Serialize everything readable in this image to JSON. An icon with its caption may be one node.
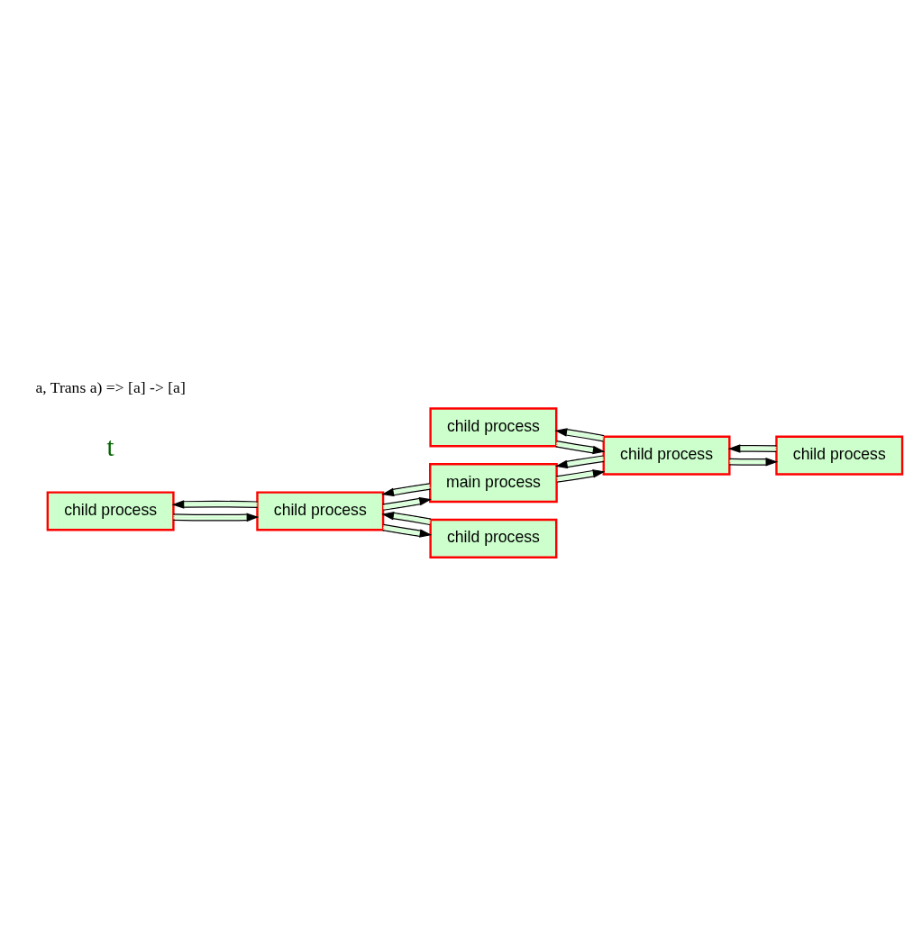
{
  "diagram": {
    "nodes": [
      {
        "text": [
          "main process"
        ]
      },
      {
        "text": [
          "child process"
        ]
      },
      {
        "text": [
          "child process"
        ]
      },
      {
        "text": [
          "child process"
        ]
      },
      {
        "text": [
          "child process"
        ]
      },
      {
        "text": [
          "child process"
        ]
      },
      {
        "text": [
          "child process"
        ]
      }
    ],
    "edges": [
      {
        "from": 0,
        "to": 1,
        "arrow": "to"
      },
      {
        "from": 1,
        "to": 0,
        "arrow": "to"
      },
      {
        "from": 2,
        "to": 0,
        "arrow": "to"
      },
      {
        "from": 0,
        "to": 2,
        "arrow": "to"
      },
      {
        "from": 1,
        "to": 3,
        "arrow": "to"
      },
      {
        "from": 3,
        "to": 1,
        "arrow": "to"
      },
      {
        "from": 4,
        "to": 1,
        "arrow": "to"
      },
      {
        "from": 1,
        "to": 4,
        "arrow": "to"
      },
      {
        "from": 2,
        "to": 5,
        "arrow": "to"
      },
      {
        "from": 5,
        "to": 2,
        "arrow": "to"
      },
      {
        "from": 6,
        "to": 2,
        "arrow": "to"
      },
      {
        "from": 2,
        "to": 6,
        "arrow": "to"
      }
    ],
    "labels": [
      "t",
      "a, Trans a) => [a] -> [a]"
    ]
  }
}
